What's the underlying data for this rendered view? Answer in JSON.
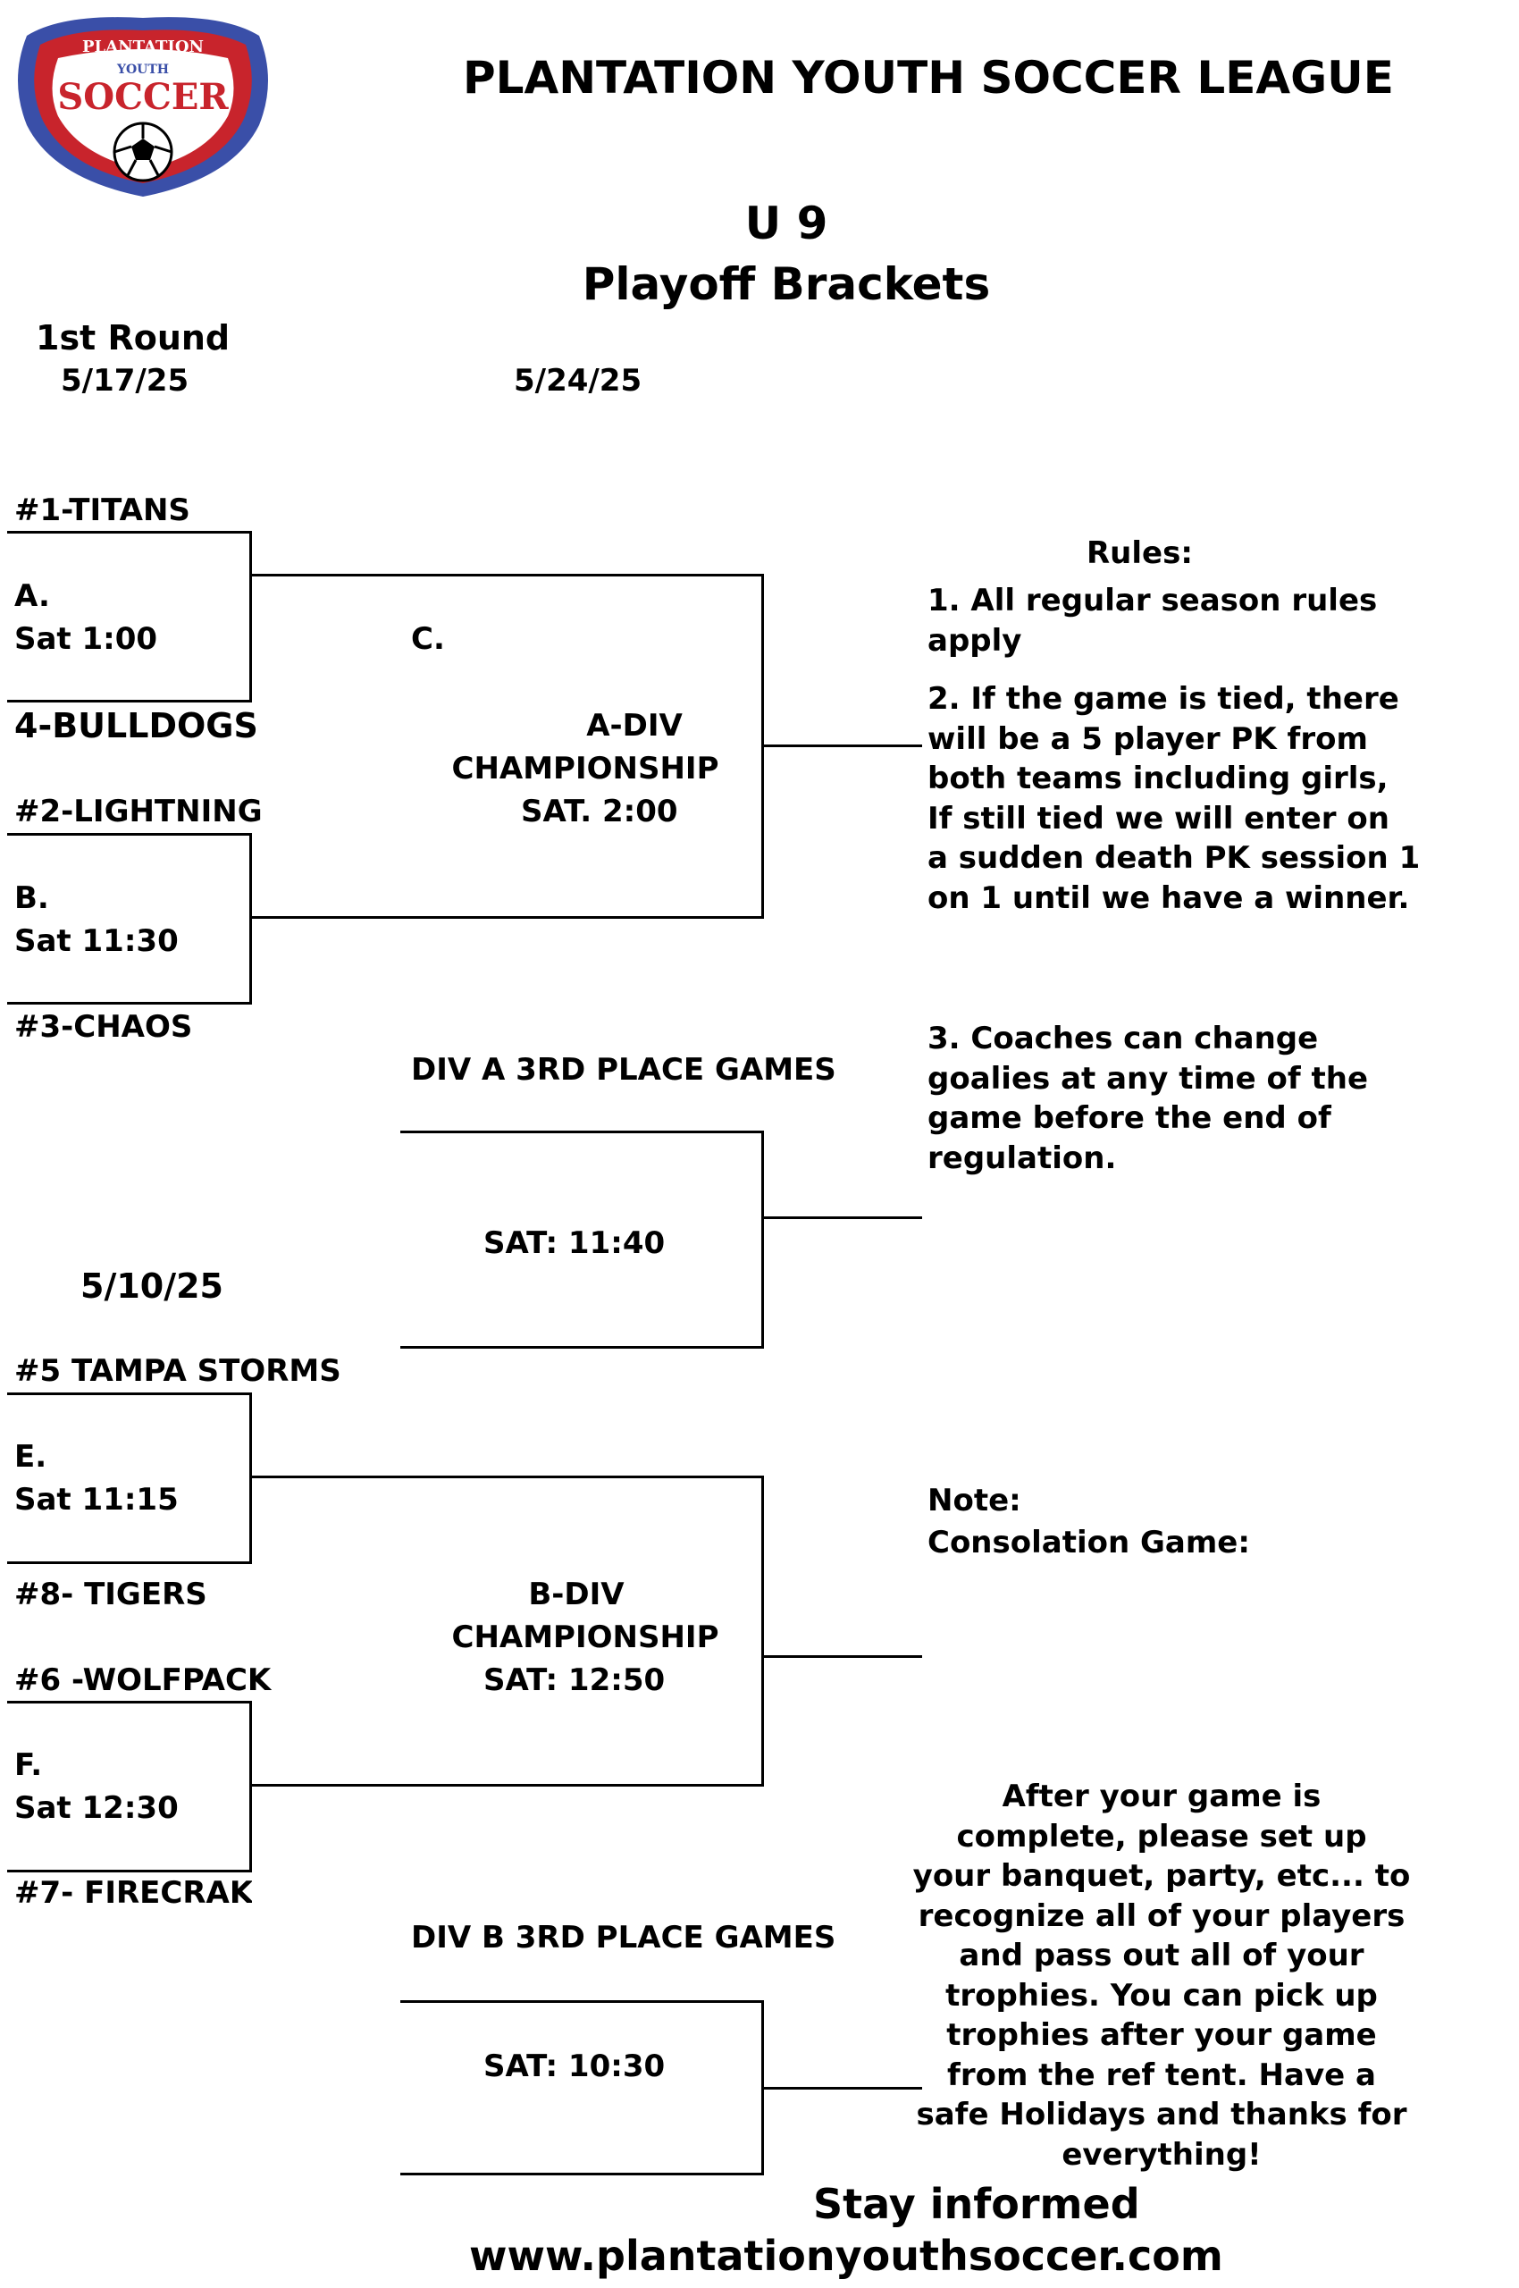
{
  "header": {
    "league_title": "PLANTATION YOUTH SOCCER LEAGUE",
    "age_group": "U 9",
    "subtitle": "Playoff Brackets",
    "logo": {
      "top_text": "PLANTATION",
      "middle_text": "YOUTH",
      "main_text": "SOCCER"
    }
  },
  "round_headers": {
    "first_round_label": "1st Round",
    "first_round_date": "5/17/25",
    "final_date": "5/24/25",
    "lower_date": "5/10/25"
  },
  "bracket_a": {
    "team1": "#1-TITANS",
    "game_a_letter": "A.",
    "game_a_time": "Sat 1:00",
    "team4": "4-BULLDOGS",
    "team2": "#2-LIGHTNING",
    "game_b_letter": "B.",
    "game_b_time": "Sat 11:30",
    "team3": "#3-CHAOS",
    "game_c_letter": "C.",
    "champ_line1": "A-DIV",
    "champ_line2": "CHAMPIONSHIP",
    "champ_time": "SAT. 2:00",
    "third_place_title": "DIV A 3RD PLACE GAMES",
    "third_place_time": "SAT: 11:40"
  },
  "bracket_b": {
    "team5": "#5 TAMPA STORMS",
    "game_e_letter": "E.",
    "game_e_time": "Sat 11:15",
    "team8": "#8- TIGERS",
    "team6": "#6 -WOLFPACK",
    "game_f_letter": "F.",
    "game_f_time": "Sat 12:30",
    "team7": "#7- FIRECRAK",
    "champ_line1": "B-DIV",
    "champ_line2": "CHAMPIONSHIP",
    "champ_time": "SAT: 12:50",
    "third_place_title": "DIV B 3RD PLACE GAMES",
    "third_place_time": "SAT: 10:30"
  },
  "rules": {
    "heading": "Rules:",
    "rule1_line1": "1. All regular season rules",
    "rule1_line2": "apply",
    "rule2_line1": "2. If the game is tied, there",
    "rule2_line2": "will be a 5 player PK from",
    "rule2_line3": "both teams including girls,",
    "rule2_line4": "If still tied we will enter on",
    "rule2_line5": "a sudden death PK session 1",
    "rule2_line6": "on 1 until we have a winner.",
    "rule3_line1": "3. Coaches can change",
    "rule3_line2": "goalies at any time of the",
    "rule3_line3": "game before the end of",
    "rule3_line4": "regulation."
  },
  "note": {
    "heading": "Note:",
    "consolation": "Consolation Game:"
  },
  "closing_message": {
    "line1": "After your game is",
    "line2": "complete, please set up",
    "line3": "your banquet, party, etc... to",
    "line4": "recognize all of your players",
    "line5": "and pass out all of your",
    "line6": "trophies. You can pick up",
    "line7": "trophies after your game",
    "line8": "from the ref tent.   Have a",
    "line9": "safe Holidays and thanks for",
    "line10": "everything!"
  },
  "footer": {
    "stay_informed": "Stay informed",
    "website": "www.plantationyouthsoccer.com"
  }
}
